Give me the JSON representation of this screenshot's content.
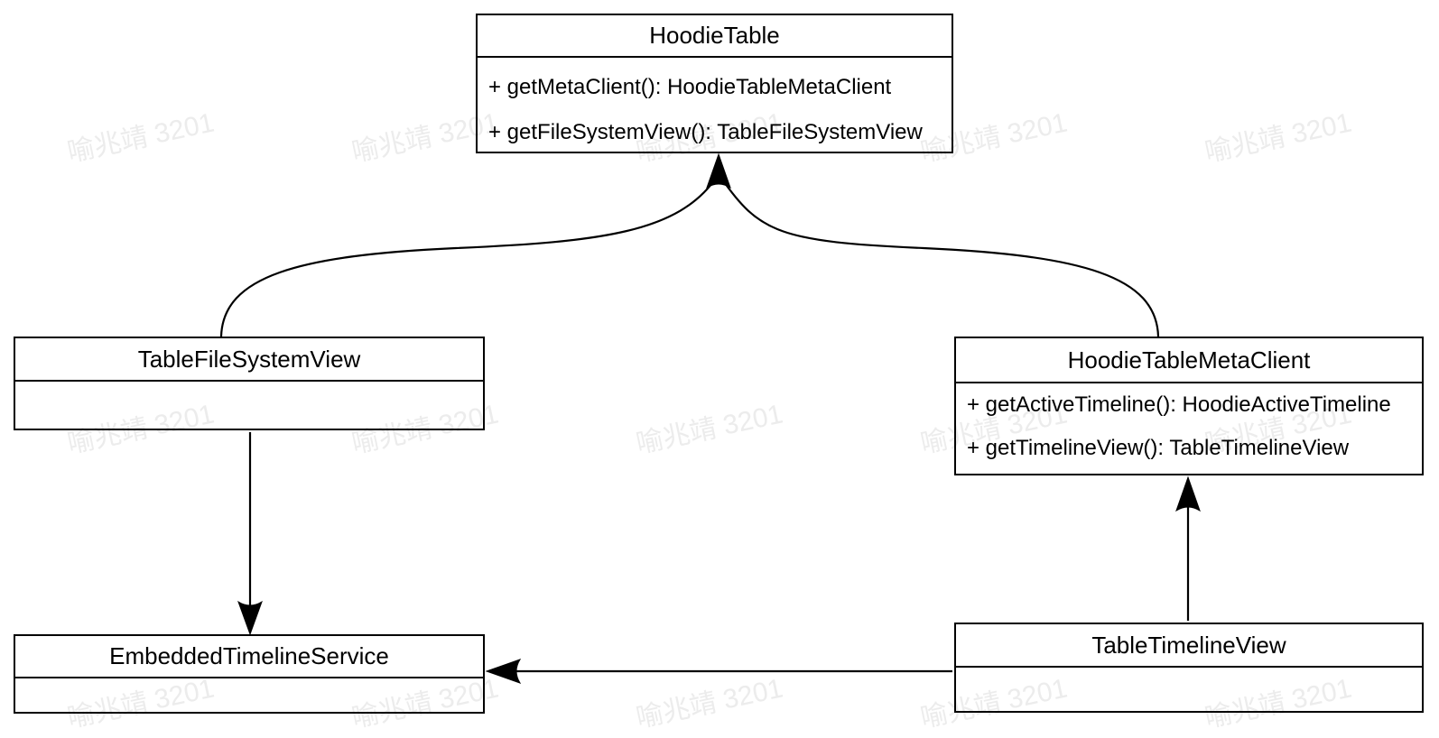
{
  "diagram": {
    "watermark": {
      "text": "喻兆靖 3201",
      "color": "#ececec"
    },
    "colors": {
      "background": "#ffffff",
      "line": "#000000",
      "text": "#000000"
    },
    "classes": [
      {
        "name": "HoodieTable",
        "methods": [
          "+ getMetaClient(): HoodieTableMetaClient",
          "+ getFileSystemView(): TableFileSystemView"
        ]
      },
      {
        "name": "TableFileSystemView",
        "methods": []
      },
      {
        "name": "HoodieTableMetaClient",
        "methods": [
          "+ getActiveTimeline(): HoodieActiveTimeline",
          "+ getTimelineView(): TableTimelineView"
        ]
      },
      {
        "name": "EmbeddedTimelineService",
        "methods": []
      },
      {
        "name": "TableTimelineView",
        "methods": []
      }
    ],
    "relations": [
      {
        "from": "TableFileSystemView",
        "to": "HoodieTable",
        "style": "curved-arrow"
      },
      {
        "from": "HoodieTableMetaClient",
        "to": "HoodieTable",
        "style": "curved-arrow"
      },
      {
        "from": "TableFileSystemView",
        "to": "EmbeddedTimelineService",
        "style": "straight-arrow"
      },
      {
        "from": "TableTimelineView",
        "to": "HoodieTableMetaClient",
        "style": "straight-arrow"
      },
      {
        "from": "TableTimelineView",
        "to": "EmbeddedTimelineService",
        "style": "straight-arrow"
      }
    ]
  }
}
